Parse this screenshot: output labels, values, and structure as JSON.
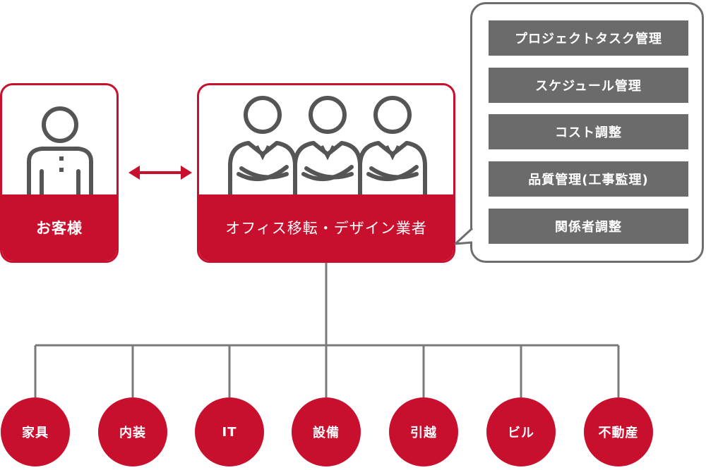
{
  "customer": {
    "label": "お客様"
  },
  "vendor": {
    "label": "オフィス移転・デザイン業者"
  },
  "tasks": [
    "プロジェクトタスク管理",
    "スケジュール管理",
    "コスト調整",
    "品質管理(工事監理)",
    "関係者調整"
  ],
  "partners": [
    "家具",
    "内装",
    "IT",
    "設備",
    "引越",
    "ビル",
    "不動産"
  ],
  "colors": {
    "accent": "#c8102e",
    "gray": "#6b6b6b",
    "line": "#7a7a7a",
    "outline": "#555555"
  }
}
